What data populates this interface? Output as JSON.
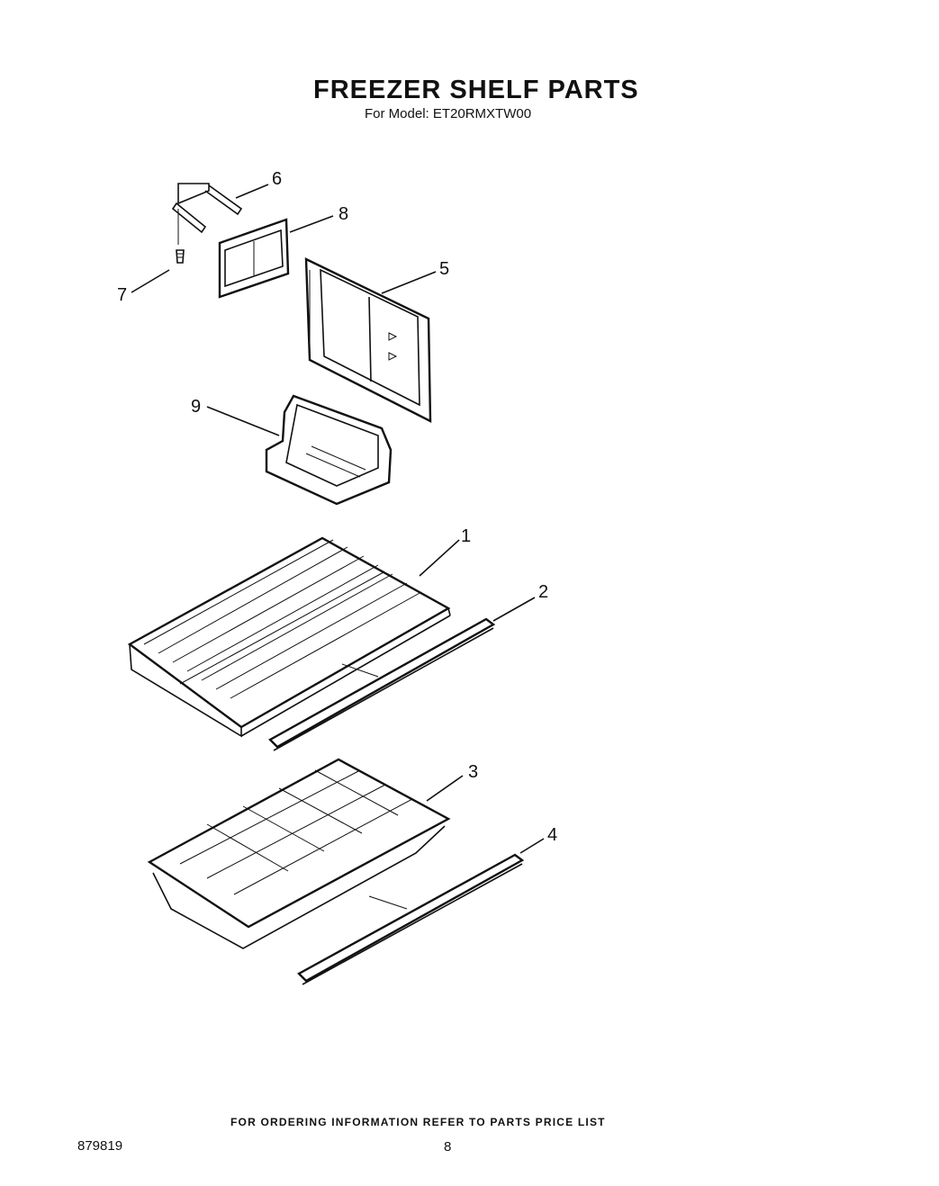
{
  "header": {
    "title": "FREEZER SHELF PARTS",
    "subtitle": "For Model: ET20RMXTW00"
  },
  "callouts": {
    "c1": "1",
    "c2": "2",
    "c3": "3",
    "c4": "4",
    "c5": "5",
    "c6": "6",
    "c7": "7",
    "c8": "8",
    "c9": "9"
  },
  "footer": {
    "note": "FOR ORDERING INFORMATION REFER TO PARTS PRICE LIST",
    "doc_number": "879819",
    "page_number": "8"
  }
}
